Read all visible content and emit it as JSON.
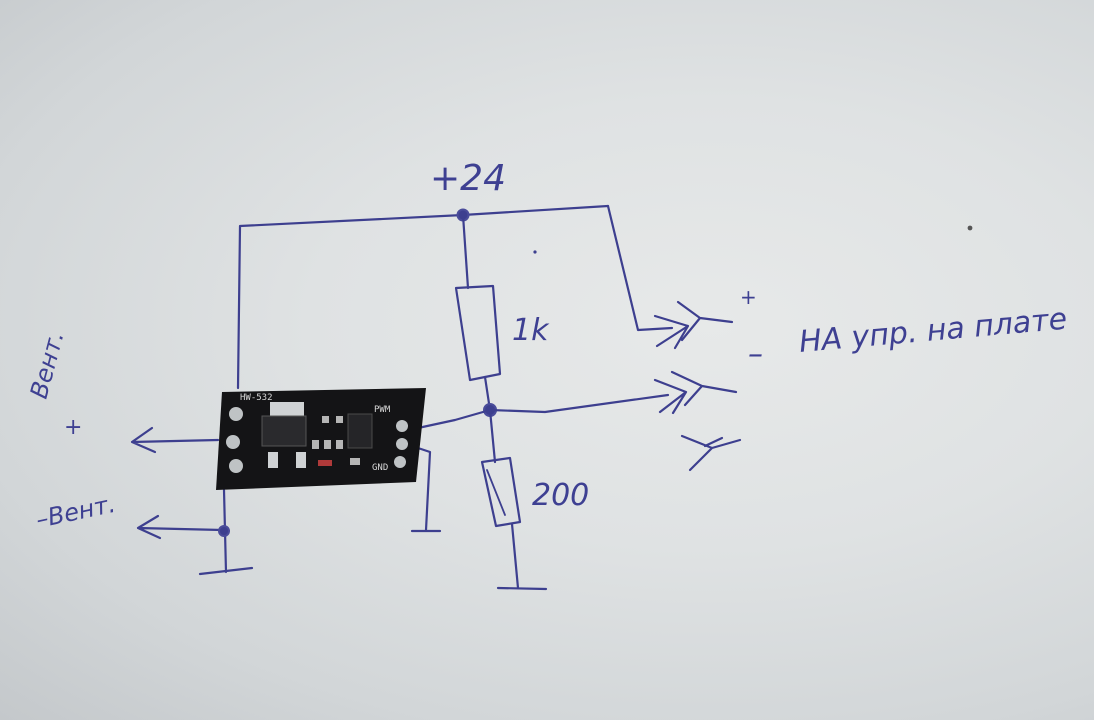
{
  "labels": {
    "supply": "+24",
    "resistor_top": "1k",
    "resistor_bottom": "200",
    "plus_mark": "+",
    "minus_mark": "–",
    "note": "НА упр. на плате",
    "left_plus_word": "Вент.",
    "left_plus_sign": "+",
    "left_minus": "–Вент."
  },
  "module": {
    "top_text": "HW-532",
    "pwm": "PWM",
    "gnd": "GND",
    "color": "#1a1a1c"
  },
  "colors": {
    "ink": "#3d3f8f",
    "paper": "#dfe2e3"
  }
}
